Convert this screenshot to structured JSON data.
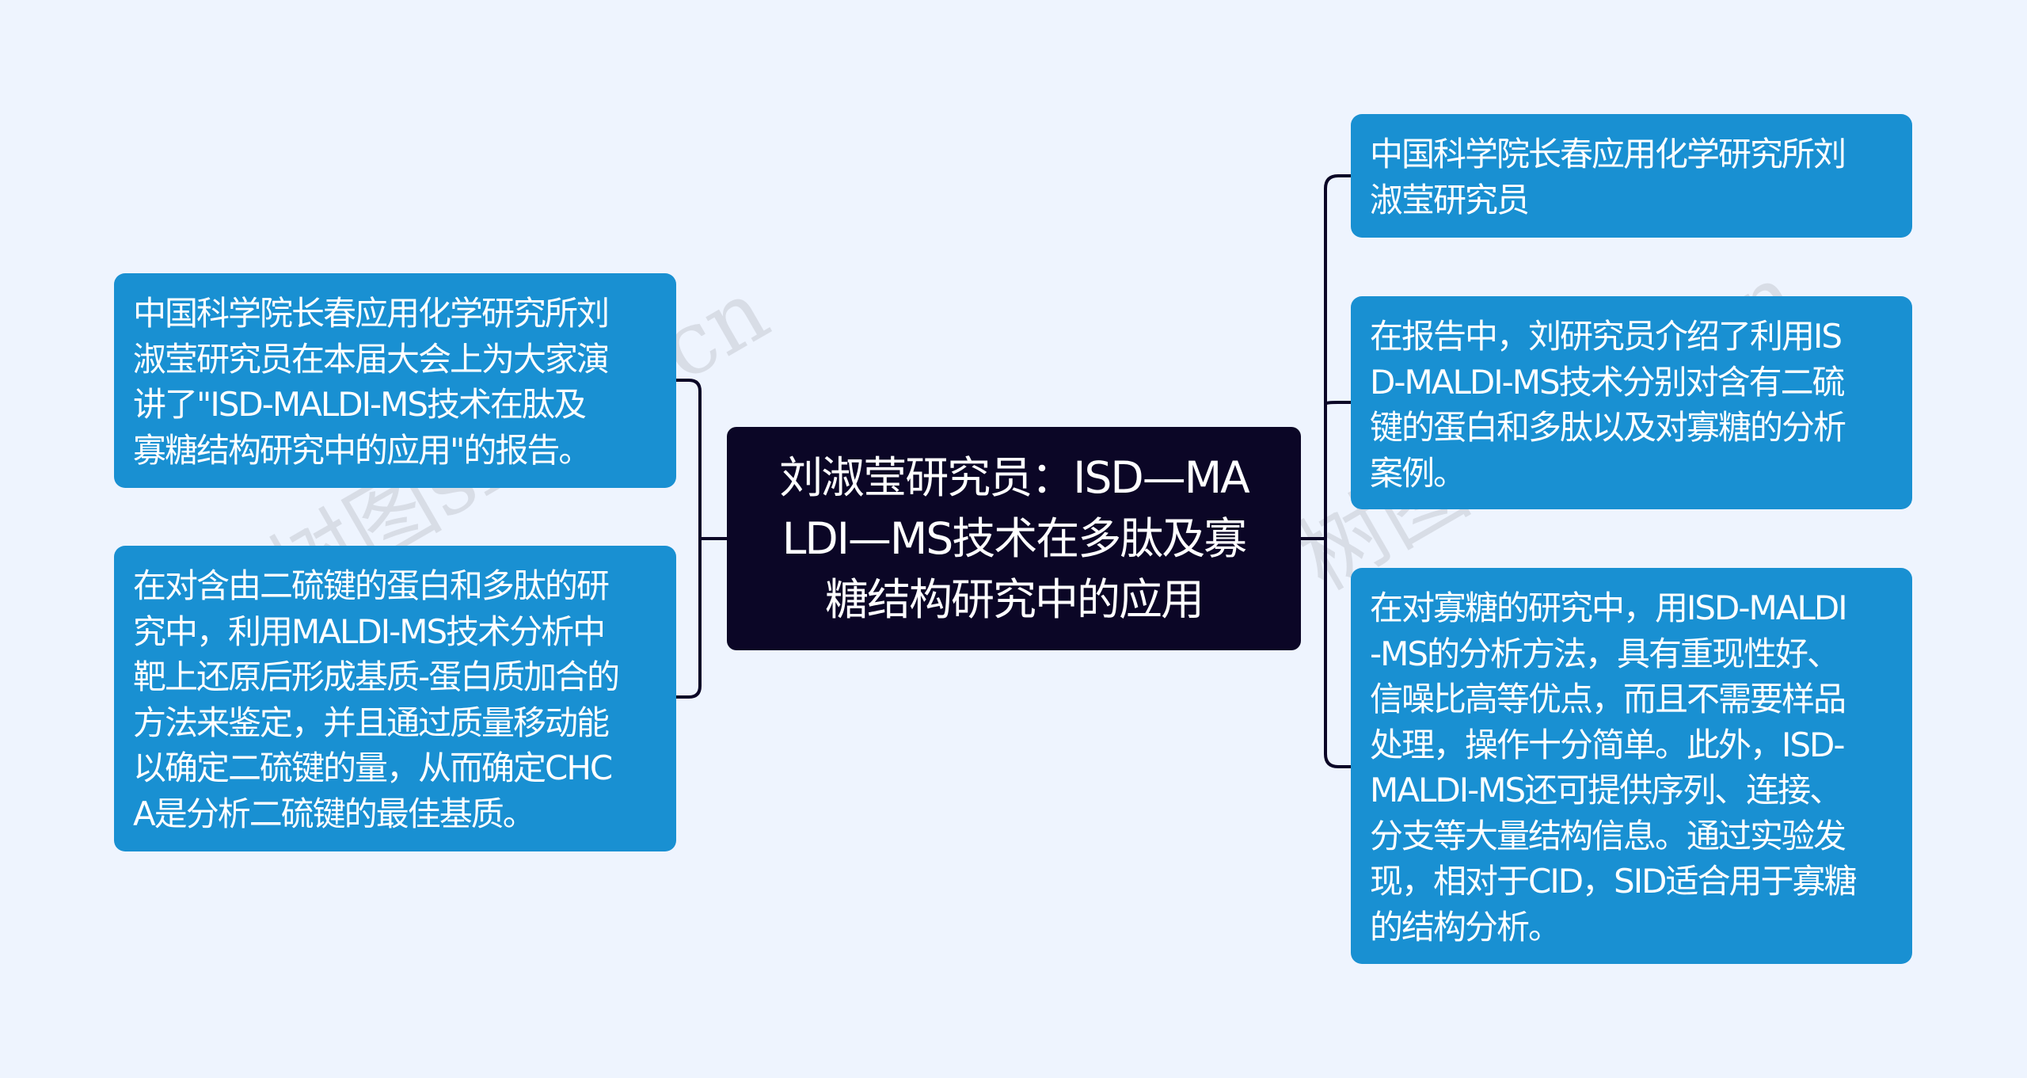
{
  "center": {
    "lines": [
      "刘淑莹研究员：ISD—MA",
      "LDI—MS技术在多肽及寡",
      "糖结构研究中的应用"
    ]
  },
  "left": [
    {
      "lines": [
        "中国科学院长春应用化学研究所刘",
        "淑莹研究员在本届大会上为大家演",
        "讲了\"ISD-MALDI-MS技术在肽及",
        "寡糖结构研究中的应用\"的报告。"
      ]
    },
    {
      "lines": [
        "在对含由二硫键的蛋白和多肽的研",
        "究中，利用MALDI-MS技术分析中",
        "靶上还原后形成基质-蛋白质加合的",
        "方法来鉴定，并且通过质量移动能",
        "以确定二硫键的量，从而确定CHC",
        "A是分析二硫键的最佳基质。"
      ]
    }
  ],
  "right": [
    {
      "lines": [
        "中国科学院长春应用化学研究所刘",
        "淑莹研究员"
      ]
    },
    {
      "lines": [
        "在报告中，刘研究员介绍了利用IS",
        "D-MALDI-MS技术分别对含有二硫",
        "键的蛋白和多肽以及对寡糖的分析",
        "案例。"
      ]
    },
    {
      "lines": [
        "在对寡糖的研究中，用ISD-MALDI",
        "-MS的分析方法，具有重现性好、",
        "信噪比高等优点，而且不需要样品",
        "处理，操作十分简单。此外，ISD-",
        "MALDI-MS还可提供序列、连接、",
        "分支等大量结构信息。通过实验发",
        "现，相对于CID，SID适合用于寡糖",
        "的结构分析。"
      ]
    }
  ],
  "watermark": "树图shutu.cn",
  "colors": {
    "background": "#eef4fe",
    "node": "#1990d2",
    "center": "#0b0626",
    "connector": "#0b0626"
  }
}
